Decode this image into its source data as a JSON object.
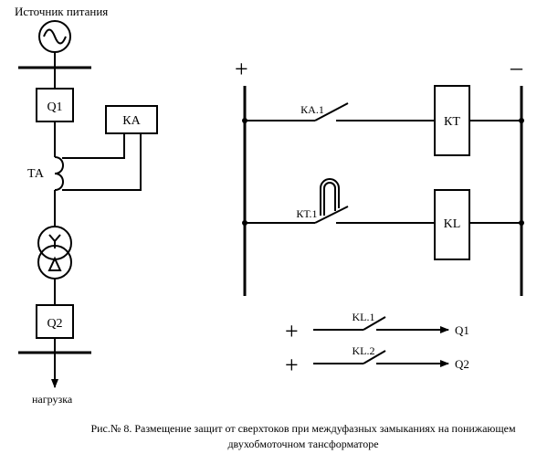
{
  "labels": {
    "power_source": "Источник питания",
    "q1": "Q1",
    "ka": "КА",
    "ta": "ТА",
    "q2": "Q2",
    "load": "нагрузка",
    "plus_main": "+",
    "minus_main": "–",
    "ka1": "КА.1",
    "kt": "КТ",
    "kt1": "КТ.1",
    "kl": "KL",
    "kl1": "KL.1",
    "kl2": "KL.2",
    "out_q1": "Q1",
    "out_q2": "Q2",
    "plus_1": "+",
    "plus_2": "+"
  },
  "caption": {
    "line1": "Рис.№ 8. Размещение защит от сверхтоков при междуфазных замыканиях на понижающем",
    "line2": "двухобмоточном тансформаторе"
  }
}
